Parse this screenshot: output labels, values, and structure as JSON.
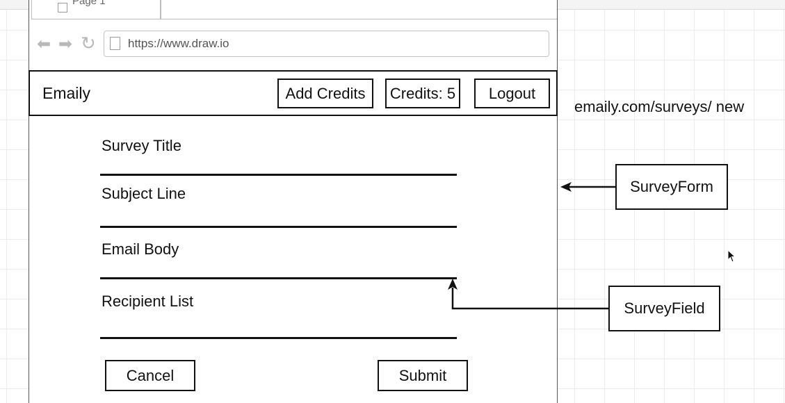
{
  "browser": {
    "page_tab_label": "Page 1",
    "url": "https://www.draw.io"
  },
  "app_header": {
    "brand": "Emaily",
    "add_credits_label": "Add Credits",
    "credits_label": "Credits: 5",
    "logout_label": "Logout"
  },
  "survey_form": {
    "fields": [
      {
        "label": "Survey Title"
      },
      {
        "label": "Subject Line"
      },
      {
        "label": "Email Body"
      },
      {
        "label": "Recipient List"
      }
    ],
    "cancel_label": "Cancel",
    "submit_label": "Submit"
  },
  "annotations": {
    "route": "emaily.com/surveys/ new",
    "survey_form_component": "SurveyForm",
    "survey_field_component": "SurveyField"
  },
  "colors": {
    "grid": "#ececec",
    "stroke": "#111111",
    "chrome_gray": "#b9b9b9"
  }
}
